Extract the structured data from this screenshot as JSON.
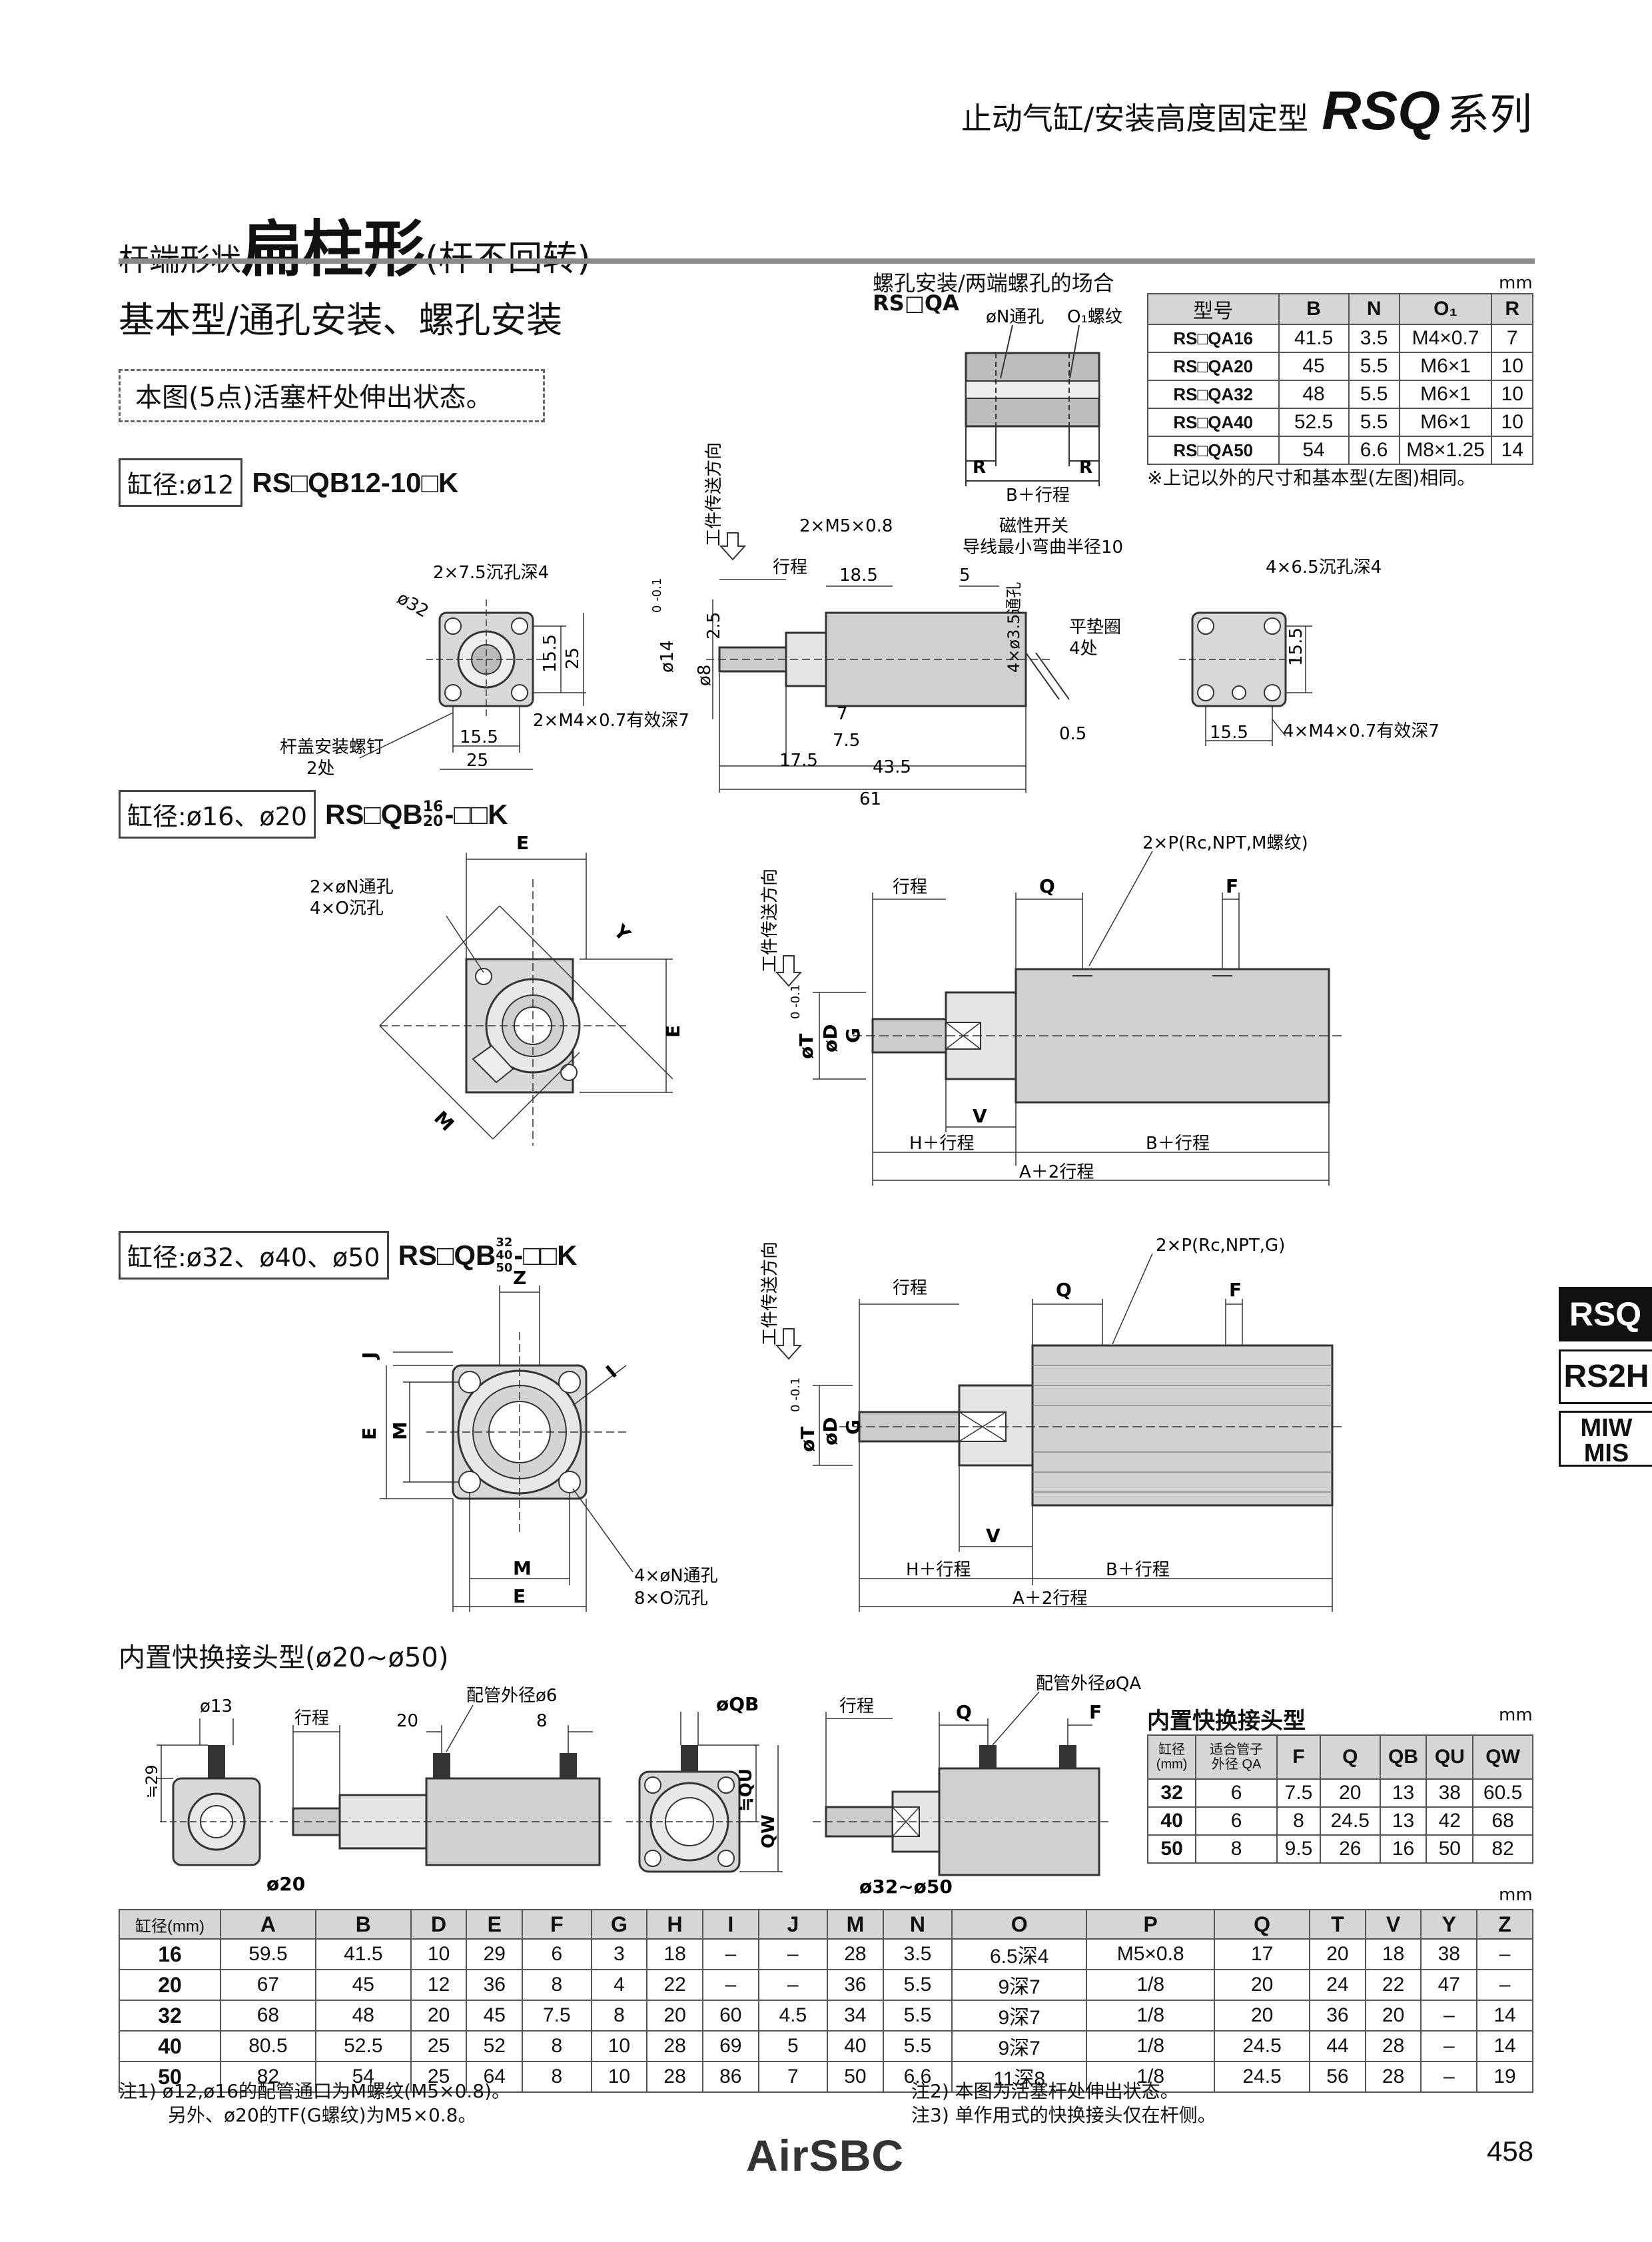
{
  "header": {
    "category": "止动气缸/安装高度固定型",
    "series": "RSQ",
    "series_suffix": "系列"
  },
  "section": {
    "title_prefix": "杆端形状",
    "title_main": "扁柱形",
    "title_suffix": "(杆不回转)",
    "subtitle": "基本型/通孔安装、螺孔安装",
    "note": "本图(5点)活塞杆处伸出状态。"
  },
  "tabs": [
    "RSQ",
    "RS2H",
    "MIW",
    "MIS"
  ],
  "qa_section": {
    "title": "螺孔安装/两端螺孔的场合",
    "model": "RS□QA",
    "label_n": "øN通孔",
    "label_o": "O₁螺纹",
    "label_b": "B＋行程",
    "label_r": "R",
    "unit": "mm",
    "headers": [
      "型号",
      "B",
      "N",
      "O₁",
      "R"
    ],
    "rows": [
      [
        "RS□QA16",
        "41.5",
        "3.5",
        "M4×0.7",
        "7"
      ],
      [
        "RS□QA20",
        "45",
        "5.5",
        "M6×1",
        "10"
      ],
      [
        "RS□QA32",
        "48",
        "5.5",
        "M6×1",
        "10"
      ],
      [
        "RS□QA40",
        "52.5",
        "5.5",
        "M6×1",
        "10"
      ],
      [
        "RS□QA50",
        "54",
        "6.6",
        "M8×1.25",
        "14"
      ]
    ],
    "footnote": "※上记以外的尺寸和基本型(左图)相同。"
  },
  "bore12": {
    "bore_label": "缸径:ø12",
    "model": "RS□QB12-10□K",
    "work_direction": "工件传送方向",
    "labels": {
      "counterbore": "2×7.5沉孔深4",
      "phi32": "ø32",
      "d155": "15.5",
      "d25": "25",
      "d155b": "15.5",
      "d25b": "25",
      "m4": "2×M4×0.7有效深7",
      "cap_screw": "杆盖安装螺钉",
      "cap_screw_qty": "2处",
      "m5": "2×M5×0.8",
      "stroke": "行程",
      "d185": "18.5",
      "d5": "5",
      "switch": "磁性开关",
      "switch_note": "导线最小弯曲半径10",
      "phi14": "ø14",
      "tol": "0 -0.1",
      "d25s": "2.5",
      "phi8": "ø8",
      "hole35": "4×ø3.5通孔",
      "washer": "平垫圈",
      "washer_qty": "4处",
      "d7": "7",
      "d75": "7.5",
      "d05": "0.5",
      "d175": "17.5",
      "d435": "43.5",
      "d61": "61",
      "counterbore65": "4×6.5沉孔深4",
      "d155c": "15.5",
      "d155d": "15.5",
      "m4b": "4×M4×0.7有效深7"
    }
  },
  "bore16": {
    "bore_label": "缸径:ø16、ø20",
    "model_prefix": "RS□QB",
    "model_top": "16",
    "model_bottom": "20",
    "model_suffix": "-□□K",
    "work_direction": "工件传送方向",
    "labels": {
      "E": "E",
      "E2": "E",
      "N_hole": "2×øN通孔",
      "O_cb": "4×O沉孔",
      "Y": "Y",
      "M": "M",
      "stroke": "行程",
      "Q": "Q",
      "F": "F",
      "P": "2×P(Rc,NPT,M螺纹)",
      "T": "øT",
      "tol": "0 -0.1",
      "D": "øD",
      "G": "G",
      "V": "V",
      "H": "H＋行程",
      "B": "B＋行程",
      "A": "A＋2行程"
    }
  },
  "bore32": {
    "bore_label": "缸径:ø32、ø40、ø50",
    "model_prefix": "RS□QB",
    "model_stack": [
      "32",
      "40",
      "50"
    ],
    "model_suffix": "-□□K",
    "work_direction": "工件传送方向",
    "labels": {
      "Z": "Z",
      "J": "J",
      "I": "I",
      "E": "E",
      "M": "M",
      "M2": "M",
      "E2": "E",
      "N_hole": "4×øN通孔",
      "O_cb": "8×O沉孔",
      "stroke": "行程",
      "Q": "Q",
      "F": "F",
      "P": "2×P(Rc,NPT,G)",
      "T": "øT",
      "tol": "0 -0.1",
      "D": "øD",
      "G": "G",
      "V": "V",
      "H": "H＋行程",
      "B": "B＋行程",
      "A": "A＋2行程"
    }
  },
  "quick_joint": {
    "title": "内置快换接头型(ø20~ø50)",
    "labels": {
      "phi13": "ø13",
      "d29": "≒29",
      "stroke": "行程",
      "d20": "20",
      "d8": "8",
      "tube6": "配管外径ø6",
      "cap20": "ø20",
      "QB": "øQB",
      "QU": "≒QU",
      "QW": "QW",
      "stroke2": "行程",
      "Q": "Q",
      "F": "F",
      "tubeQA": "配管外径øQA",
      "cap3250": "ø32~ø50"
    },
    "table_title": "内置快换接头型",
    "unit": "mm",
    "headers": [
      "缸径\n(mm)",
      "适合管子\n外径 QA",
      "F",
      "Q",
      "QB",
      "QU",
      "QW"
    ],
    "rows": [
      [
        "32",
        "6",
        "7.5",
        "20",
        "13",
        "38",
        "60.5"
      ],
      [
        "40",
        "6",
        "8",
        "24.5",
        "13",
        "42",
        "68"
      ],
      [
        "50",
        "8",
        "9.5",
        "26",
        "16",
        "50",
        "82"
      ]
    ]
  },
  "main_table": {
    "unit": "mm",
    "headers": [
      "缸径(mm)",
      "A",
      "B",
      "D",
      "E",
      "F",
      "G",
      "H",
      "I",
      "J",
      "M",
      "N",
      "O",
      "P",
      "Q",
      "T",
      "V",
      "Y",
      "Z"
    ],
    "rows": [
      [
        "16",
        "59.5",
        "41.5",
        "10",
        "29",
        "6",
        "3",
        "18",
        "–",
        "–",
        "28",
        "3.5",
        "6.5深4",
        "M5×0.8",
        "17",
        "20",
        "18",
        "38",
        "–"
      ],
      [
        "20",
        "67",
        "45",
        "12",
        "36",
        "8",
        "4",
        "22",
        "–",
        "–",
        "36",
        "5.5",
        "9深7",
        "1/8",
        "20",
        "24",
        "22",
        "47",
        "–"
      ],
      [
        "32",
        "68",
        "48",
        "20",
        "45",
        "7.5",
        "8",
        "20",
        "60",
        "4.5",
        "34",
        "5.5",
        "9深7",
        "1/8",
        "20",
        "36",
        "20",
        "–",
        "14"
      ],
      [
        "40",
        "80.5",
        "52.5",
        "25",
        "52",
        "8",
        "10",
        "28",
        "69",
        "5",
        "40",
        "5.5",
        "9深7",
        "1/8",
        "24.5",
        "44",
        "28",
        "–",
        "14"
      ],
      [
        "50",
        "82",
        "54",
        "25",
        "64",
        "8",
        "10",
        "28",
        "86",
        "7",
        "50",
        "6.6",
        "11深8",
        "1/8",
        "24.5",
        "56",
        "28",
        "–",
        "19"
      ]
    ]
  },
  "notes": {
    "n1": "注1) ø12,ø16的配管通口为M螺纹(M5×0.8)。",
    "n1b": "另外、ø20的TF(G螺纹)为M5×0.8。",
    "n2": "注2) 本图为活塞杆处伸出状态。",
    "n3": "注3) 单作用式的快换接头仅在杆侧。"
  },
  "footer": {
    "logo": "AirSBC",
    "page": "458"
  }
}
